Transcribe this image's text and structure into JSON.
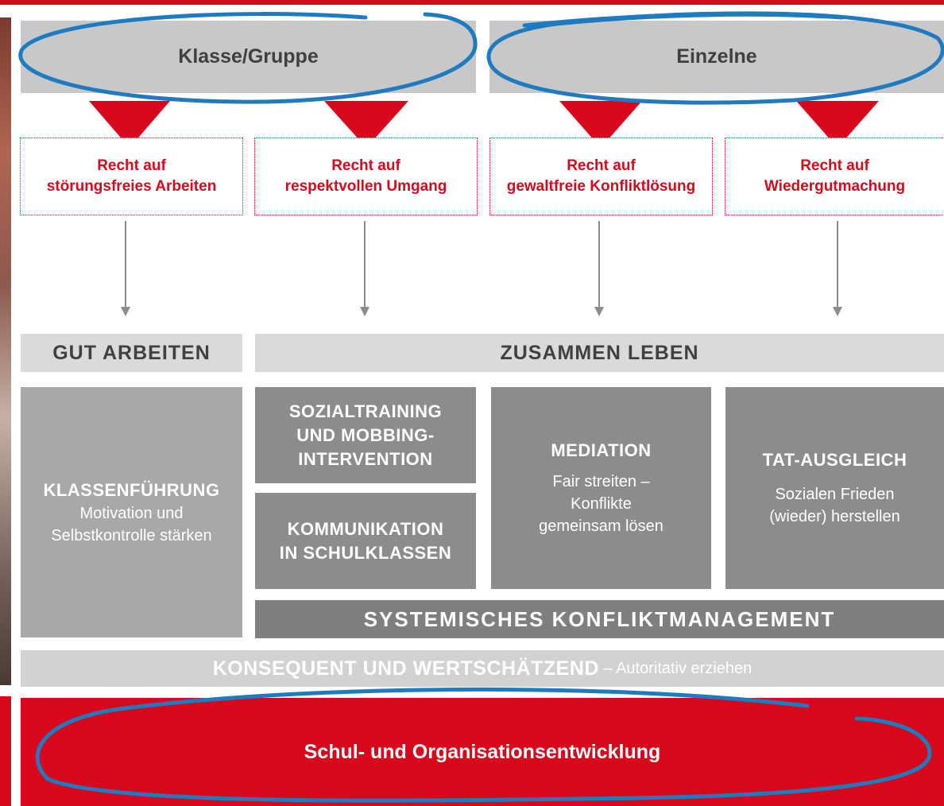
{
  "headers": {
    "group": "Klasse/Gruppe",
    "individual": "Einzelne"
  },
  "rights": [
    {
      "line1": "Recht auf",
      "line2": "störungsfreies Arbeiten"
    },
    {
      "line1": "Recht auf",
      "line2": "respektvollen Umgang"
    },
    {
      "line1": "Recht auf",
      "line2": "gewaltfreie Konfliktlösung"
    },
    {
      "line1": "Recht auf",
      "line2": "Wiedergutmachung"
    }
  ],
  "bands": {
    "gut_arbeiten": "GUT ARBEITEN",
    "zusammen_leben": "ZUSAMMEN LEBEN"
  },
  "boxes": {
    "klassenfuehrung": {
      "title": "KLASSENFÜHRUNG",
      "sub1": "Motivation und",
      "sub2": "Selbstkontrolle stärken"
    },
    "sozialtraining": {
      "line1": "SOZIALTRAINING",
      "line2": "UND MOBBING-",
      "line3": "INTERVENTION"
    },
    "kommunikation": {
      "line1": "KOMMUNIKATION",
      "line2": "IN SCHULKLASSEN"
    },
    "mediation": {
      "title": "MEDIATION",
      "sub1": "Fair streiten –",
      "sub2": "Konflikte",
      "sub3": "gemeinsam lösen"
    },
    "tat_ausgleich": {
      "title": "TAT-AUSGLEICH",
      "sub1": "Sozialen Frieden",
      "sub2": "(wieder) herstellen"
    }
  },
  "system_bar": "SYSTEMISCHES KONFLIKTMANAGEMENT",
  "konsequent": {
    "bold": "KONSEQUENT UND WERTSCHÄTZEND",
    "light": " – Autoritativ erziehen"
  },
  "bottom": "Schul- und Organisationsentwicklung",
  "colors": {
    "red": "#d8071c",
    "annotation_blue": "#1f7bc0",
    "grey_dark": "#8c8c8c",
    "grey_light": "#a8a8a8"
  }
}
